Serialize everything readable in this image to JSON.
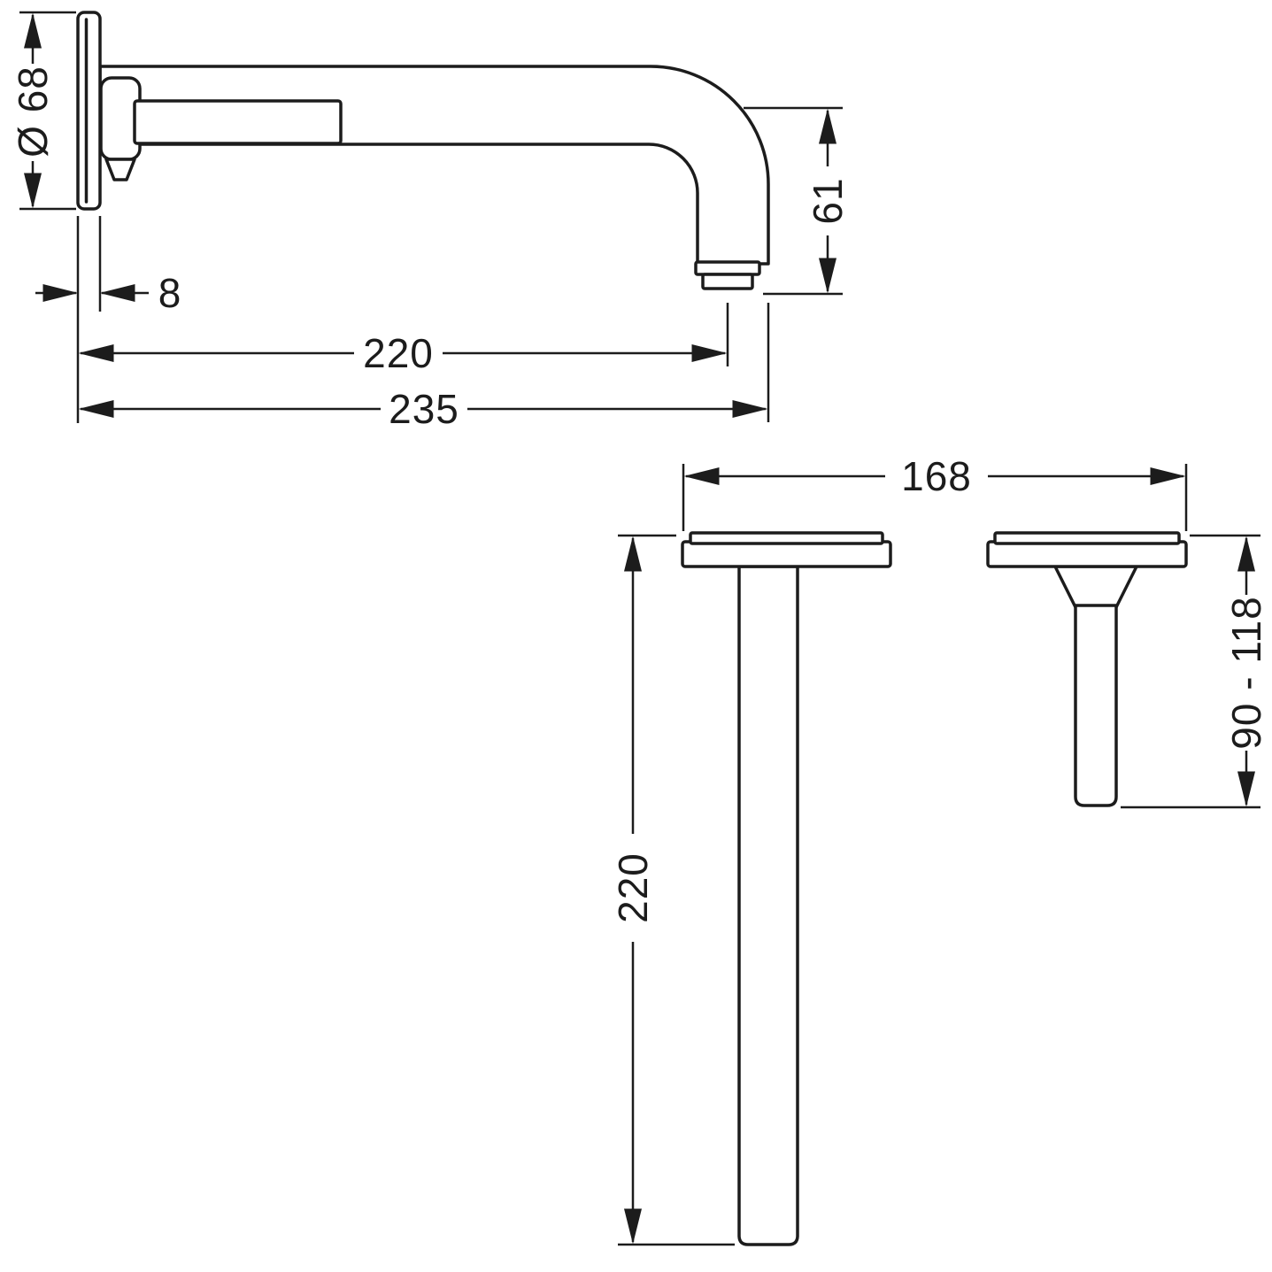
{
  "drawing": {
    "type": "technical-dimension-drawing",
    "subject": "wall-mounted-basin-spout-and-handle",
    "line_color": "#1c1c1c",
    "background_color": "#ffffff"
  },
  "side_view": {
    "plate_diameter": "Ø 68",
    "plate_thickness": "8",
    "spout_reach": "220",
    "total_depth": "235",
    "spout_drop": "61"
  },
  "plan_view": {
    "overall_width": "168",
    "spout_length": "220",
    "handle_depth_range": "90 - 118"
  }
}
